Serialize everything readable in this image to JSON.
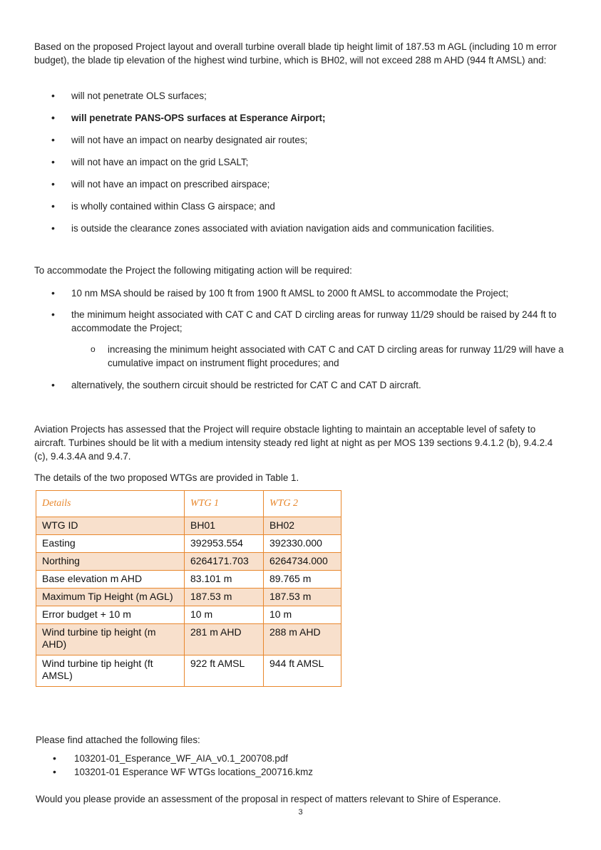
{
  "intro": "Based on the proposed Project layout and overall turbine overall blade tip height limit of 187.53 m AGL (including 10 m error budget), the blade tip elevation of the highest wind turbine, which is BH02, will not exceed 288 m AHD (944 ft AMSL) and:",
  "impacts": [
    "will not penetrate OLS surfaces;",
    "will penetrate PANS-OPS surfaces at Esperance Airport;",
    "will not have an impact on nearby designated air routes;",
    "will not have an impact on the grid LSALT;",
    "will not have an impact on prescribed airspace;",
    "is wholly contained within Class G airspace; and",
    "is outside the clearance zones associated with aviation navigation aids and communication facilities."
  ],
  "mitigation_intro": "To accommodate the Project the following mitigating action will be required:",
  "mitigation": [
    "10 nm MSA should be raised by 100 ft from 1900 ft AMSL to 2000 ft AMSL to accommodate the Project;",
    "the minimum height associated with CAT C and CAT D circling areas for runway 11/29 should be raised by 244 ft to accommodate the Project;"
  ],
  "mitigation_sub": "increasing the minimum height associated with CAT C and CAT D circling areas for runway 11/29 will have a cumulative impact on instrument flight procedures; and",
  "mitigation_alt": "alternatively, the southern circuit should be restricted for CAT C and CAT D aircraft.",
  "lighting": "Aviation Projects has assessed that the Project will require obstacle lighting to maintain an acceptable level of safety to aircraft. Turbines should be lit with a medium intensity steady red light at night as per MOS 139 sections 9.4.1.2 (b), 9.4.2.4 (c), 9.4.3.4A and 9.4.7.",
  "table_intro": "The details of the two proposed WTGs are provided in Table 1.",
  "table": {
    "headers": [
      "Details",
      "WTG 1",
      "WTG 2"
    ],
    "rows": [
      [
        "WTG ID",
        "BH01",
        "BH02"
      ],
      [
        "Easting",
        "392953.554",
        "392330.000"
      ],
      [
        "Northing",
        "6264171.703",
        "6264734.000"
      ],
      [
        "Base elevation m AHD",
        "83.101 m",
        "89.765 m"
      ],
      [
        "Maximum Tip Height (m AGL)",
        "187.53 m",
        "187.53 m"
      ],
      [
        "Error budget + 10 m",
        "10 m",
        "10 m"
      ],
      [
        "Wind turbine tip height (m AHD)",
        "281 m AHD",
        "288 m AHD"
      ],
      [
        "Wind turbine tip height (ft AMSL)",
        "922 ft AMSL",
        "944 ft AMSL"
      ]
    ]
  },
  "files_intro": "Please find attached the following files:",
  "files": [
    "103201-01_Esperance_WF_AIA_v0.1_200708.pdf",
    "103201-01 Esperance WF WTGs locations_200716.kmz"
  ],
  "closing": "Would you please provide an assessment of the proposal in respect of matters relevant to Shire of Esperance.",
  "page_number": "3"
}
